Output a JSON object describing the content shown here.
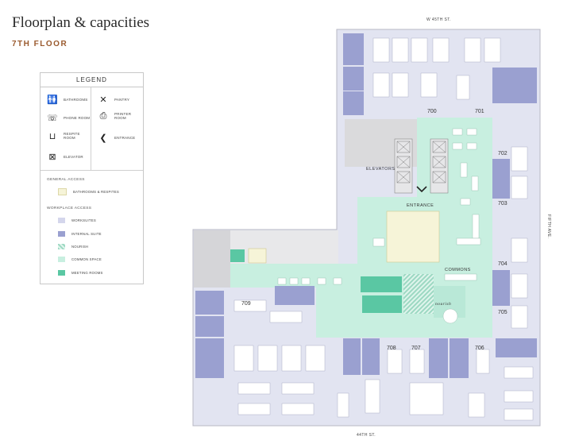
{
  "header": {
    "title": "Floorplan & capacities",
    "subtitle": "7TH FLOOR"
  },
  "legend": {
    "title": "LEGEND",
    "icons": [
      {
        "label": "BATHROOMS",
        "icon": "bathroom-icon"
      },
      {
        "label": "PANTRY",
        "icon": "pantry-icon"
      },
      {
        "label": "PHONE ROOM",
        "icon": "phone-icon"
      },
      {
        "label": "PRINTER ROOM",
        "icon": "printer-icon"
      },
      {
        "label": "RESPITE ROOM",
        "icon": "respite-icon"
      },
      {
        "label": "ENTRANCE",
        "icon": "entrance-icon"
      },
      {
        "label": "ELEVATOR",
        "icon": "elevator-icon"
      }
    ],
    "general_access_label": "GENERAL ACCESS",
    "general_items": [
      {
        "label": "BATHROOMS & RESPITES",
        "color": "#f6f4d8"
      }
    ],
    "workplace_access_label": "WORKPLACE ACCESS",
    "workplace_items": [
      {
        "label": "WORKSUITES",
        "color": "#d4d6ec"
      },
      {
        "label": "INTERNAL SUITE",
        "color": "#9aa0d0"
      },
      {
        "label": "NOURISH",
        "color": "#9cd8c2"
      },
      {
        "label": "COMMON SPACE",
        "color": "#c8efe0"
      },
      {
        "label": "MEETING ROOMS",
        "color": "#5ac7a3"
      }
    ]
  },
  "streets": {
    "north": "W 45TH ST.",
    "south": "44TH ST.",
    "east": "FIFTH AVE."
  },
  "plan": {
    "suites": [
      "700",
      "701",
      "702",
      "703",
      "704",
      "705",
      "706",
      "707",
      "708",
      "709"
    ],
    "areas": {
      "elevators": "ELEVATORS",
      "entrance": "ENTRANCE",
      "commons": "COMMONS",
      "nourish": "nourish"
    }
  }
}
